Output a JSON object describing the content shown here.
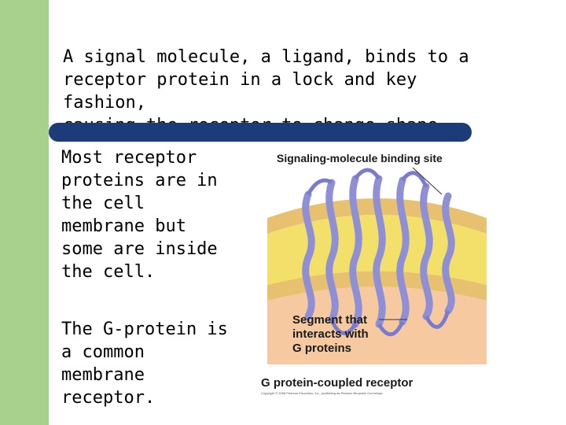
{
  "slide": {
    "title": "A signal molecule, a ligand, binds to a\nreceptor protein in a lock and key fashion,\ncausing the receptor to change shape.",
    "paragraph_1": "Most receptor\nproteins are in\nthe cell\nmembrane but\nsome are inside\nthe cell.",
    "paragraph_2": "The G-protein is\na common\nmembrane\nreceptor."
  },
  "figure": {
    "binding_site_label": "Signaling-molecule binding site",
    "segment_label": "Segment that\ninteracts with\nG proteins",
    "caption": "G protein-coupled receptor",
    "credit": "Copyright © 2008 Pearson Education, Inc., publishing as Pearson Benjamin Cummings."
  },
  "colors": {
    "side_strip": "#a9d18e",
    "divider_bar": "#1c3c79",
    "membrane_head": "#e8c170",
    "membrane_tail": "#f3e06a",
    "cytoplasm": "#f7c9a0",
    "helix": "#8f8fd6"
  }
}
